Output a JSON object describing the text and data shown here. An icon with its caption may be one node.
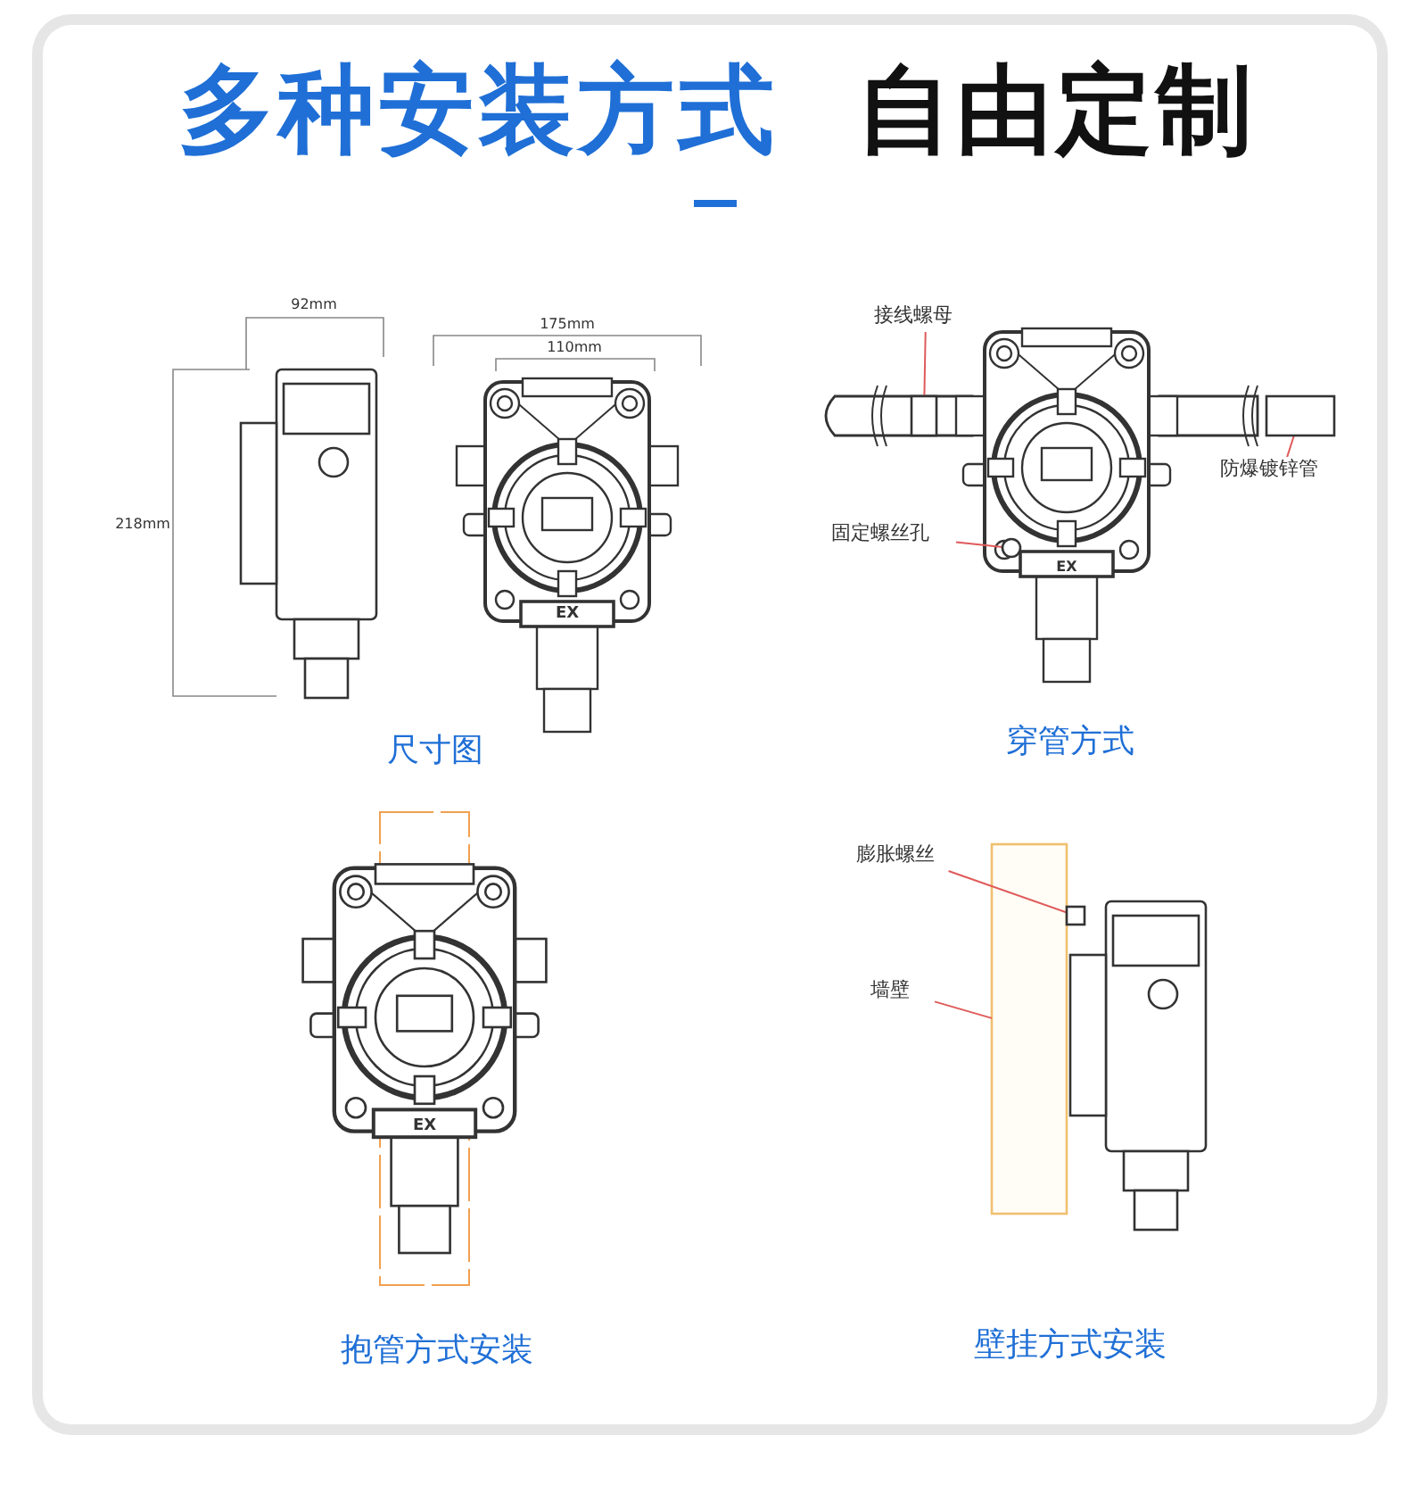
{
  "diagram": {
    "title": "多种安装方式",
    "nodes": [
      {
        "text": [
          "接线螺母"
        ]
      },
      {
        "text": [],
        "shape": "box"
      },
      {
        "text": [
          "防爆镀锌管"
        ]
      },
      {
        "text": [],
        "shape": "bar"
      },
      {
        "text": [
          "固定螺丝孔"
        ]
      },
      {
        "text": [],
        "shape": "circle"
      },
      {
        "text": [
          "膨胀螺丝"
        ]
      },
      {
        "text": [],
        "shape": "box"
      },
      {
        "text": [
          "墙壁"
        ]
      },
      {
        "text": [],
        "shape": "box"
      }
    ],
    "edges": [
      {
        "from": 0,
        "to": 1,
        "arrow": "none"
      },
      {
        "from": 2,
        "to": 3,
        "arrow": "none"
      },
      {
        "from": 4,
        "to": 5,
        "arrow": "none"
      },
      {
        "from": 6,
        "to": 7,
        "arrow": "none"
      },
      {
        "from": 8,
        "to": 9,
        "arrow": "none"
      }
    ],
    "labels": [
      "自由定制",
      "92mm",
      "175mm",
      "110mm",
      "218mm",
      "EX",
      "尺寸图",
      "EX",
      "穿管方式",
      "EX",
      "抱管方式安装",
      "壁挂方式安装"
    ]
  }
}
